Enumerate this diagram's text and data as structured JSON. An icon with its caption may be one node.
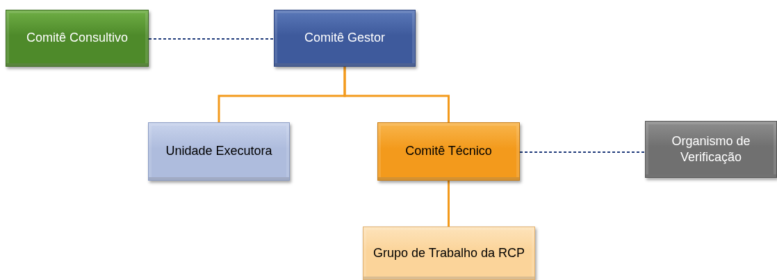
{
  "diagram": {
    "nodes": [
      {
        "text": [
          "Comitê Consultivo"
        ]
      },
      {
        "text": [
          "Comitê Gestor"
        ]
      },
      {
        "text": [
          "Unidade Executora"
        ]
      },
      {
        "text": [
          "Comitê Técnico"
        ]
      },
      {
        "text": [
          "Organismo de Verificação"
        ]
      },
      {
        "text": [
          "Grupo de Trabalho da RCP"
        ]
      }
    ],
    "edges": [
      {
        "from": 0,
        "to": 1,
        "arrow": "none",
        "style": "dashed",
        "color": "#1f3a7a"
      },
      {
        "from": 1,
        "to": 2,
        "arrow": "none"
      },
      {
        "from": 1,
        "to": 3,
        "arrow": "none"
      },
      {
        "from": 3,
        "to": 4,
        "arrow": "none",
        "style": "dashed",
        "color": "#1f3a7a"
      },
      {
        "from": 3,
        "to": 5,
        "arrow": "none"
      }
    ]
  }
}
